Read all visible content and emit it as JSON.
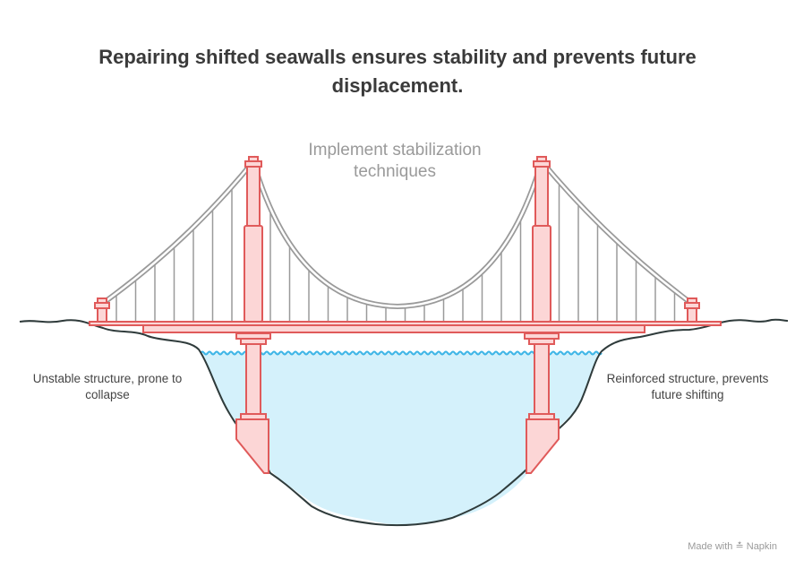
{
  "title": "Repairing shifted seawalls ensures stability and prevents future displacement.",
  "center_label": "Implement stabilization techniques",
  "left_label": "Unstable structure, prone to collapse",
  "right_label": "Reinforced structure, prevents future shifting",
  "watermark": {
    "prefix": "Made with",
    "brand": "Napkin"
  },
  "colors": {
    "tower_stroke": "#e05a5a",
    "tower_fill": "#fcd6d6",
    "water": "#d4f1fb",
    "water_line": "#3cb4e6",
    "cable": "#9a9a9a",
    "ground": "#2f3b3b"
  }
}
